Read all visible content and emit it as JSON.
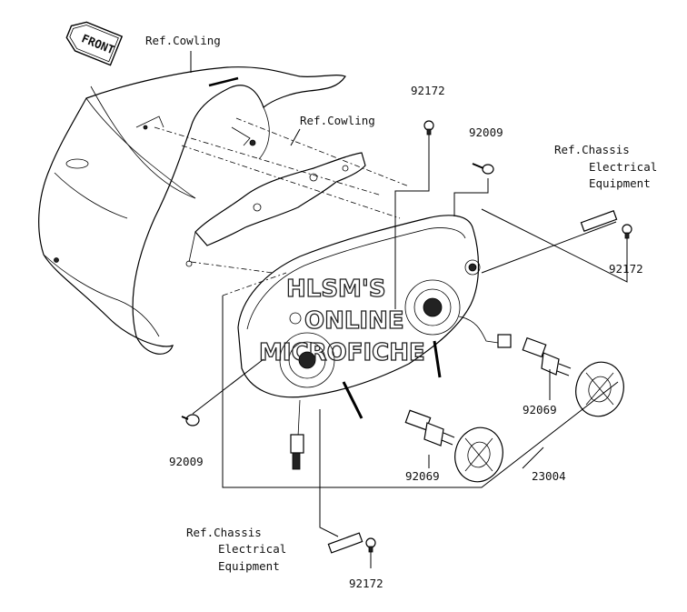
{
  "badge": {
    "text": "FRONT"
  },
  "labels": {
    "ref_cowling_top": "Ref.Cowling",
    "ref_cowling_inner": "Ref.Cowling",
    "part_92172_top": "92172",
    "part_92009_top": "92009",
    "ref_chassis_top_line1": "Ref.Chassis",
    "ref_chassis_top_line2": "Electrical",
    "ref_chassis_top_line3": "Equipment",
    "part_92172_right": "92172",
    "part_92069_right": "92069",
    "part_92009_left": "92009",
    "part_92069_bottom": "92069",
    "part_23004": "23004",
    "ref_chassis_bottom_line1": "Ref.Chassis",
    "ref_chassis_bottom_line2": "Electrical",
    "ref_chassis_bottom_line3": "Equipment",
    "part_92172_bottom": "92172"
  },
  "watermark": {
    "line1": "HLSM'S",
    "line2": "ONLINE",
    "line3": "MICROFICHE"
  }
}
